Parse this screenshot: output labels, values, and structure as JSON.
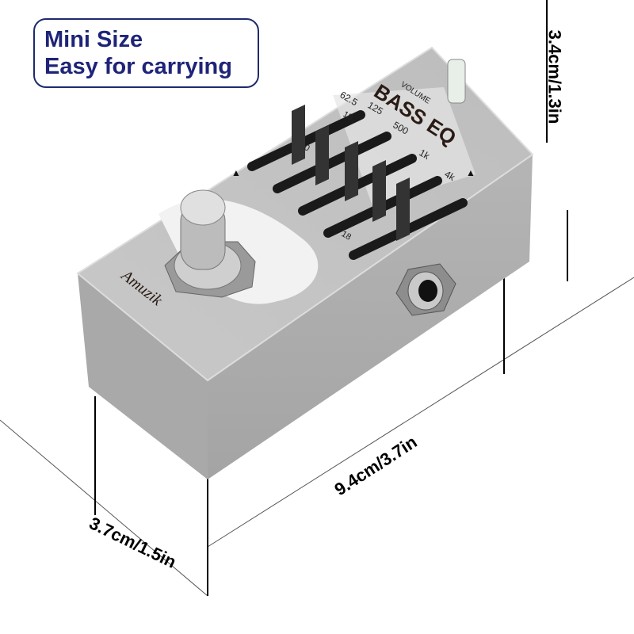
{
  "badge": {
    "line1": "Mini Size",
    "line2": "Easy for carrying"
  },
  "dimensions": {
    "height": "3.4cm/1.3in",
    "length": "9.4cm/3.7in",
    "width": "3.7cm/1.5in"
  },
  "pedal": {
    "brand": "Amuzik",
    "title": "BASS EQ",
    "volume_label": "VOLUME",
    "frequencies": [
      "62.5",
      "125",
      "500",
      "1k",
      "4k"
    ],
    "scale": {
      "top": "18",
      "mid": "0",
      "bottom": "18"
    },
    "colors": {
      "body": "#b9b9b9",
      "slider": "#2a2a2a",
      "badge_text": "#1e2478"
    }
  }
}
